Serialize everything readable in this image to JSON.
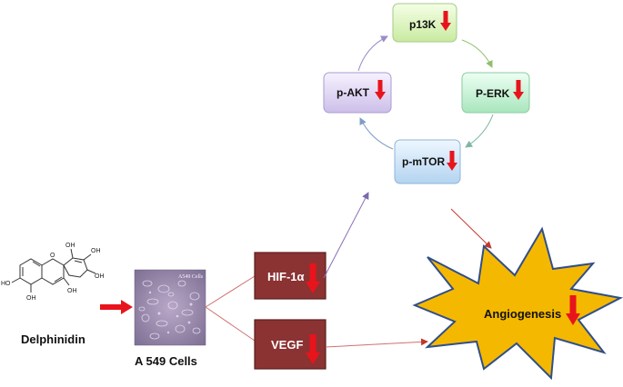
{
  "compound": {
    "label": "Delphinidin",
    "structure_atoms": [
      "HO",
      "OH",
      "OH",
      "OH",
      "OH",
      "OH",
      "O"
    ]
  },
  "cells": {
    "label": "A 549 Cells",
    "image_caption": "A549 Cells"
  },
  "markers": {
    "hif": "HIF-1α",
    "vegf": "VEGF"
  },
  "pathway": {
    "pi3k": "p13K",
    "perk": "P-ERK",
    "pmtor": "p-mTOR",
    "pakt": "p-AKT"
  },
  "outcome": {
    "label": "Angiogenesis"
  },
  "colors": {
    "marker_box": "#8b3232",
    "down_arrow": "#e8141c",
    "starburst": "#f5b800",
    "starburst_outline": "#2f4f8a",
    "pi3k_box": "#d9f2b8",
    "perk_box": "#bfeecd",
    "pmtor_box": "#c7e1f7",
    "pakt_box": "#ddd3f1"
  },
  "regulation": {
    "direction": "down",
    "icon": "red-down-arrow-icon"
  }
}
